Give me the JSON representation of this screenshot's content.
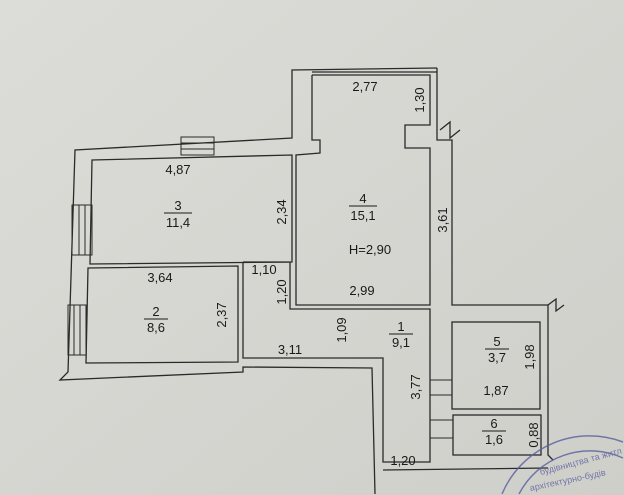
{
  "plan": {
    "ceiling_height": "H=2,90",
    "rooms": [
      {
        "number": "1",
        "area": "9,1"
      },
      {
        "number": "2",
        "area": "8,6"
      },
      {
        "number": "3",
        "area": "11,4"
      },
      {
        "number": "4",
        "area": "15,1"
      },
      {
        "number": "5",
        "area": "3,7"
      },
      {
        "number": "6",
        "area": "1,6"
      }
    ],
    "dimensions": {
      "loggia_width": "2,77",
      "loggia_depth": "1,30",
      "room3_width": "4,87",
      "room3_depth": "2,34",
      "room4_depth": "3,61",
      "room4_width": "2,99",
      "hall_niche_width": "1,10",
      "hall_niche_depth": "1,20",
      "room2_width": "3,64",
      "room2_depth": "2,37",
      "hall_depth": "1,09",
      "hall_width": "3,11",
      "corridor_length": "3,77",
      "corridor_width": "1,20",
      "room5_depth": "1,98",
      "room5_width": "1,87",
      "room6_depth": "0,88"
    }
  },
  "stamp": {
    "text": "...тку, будівництва та житл... ...о архітектурно-будів... Микол...",
    "color": "#5a5f9e"
  },
  "colors": {
    "paper": "#d6d6d2",
    "wall": "#d0d0cc",
    "line": "#2a2a2a"
  }
}
